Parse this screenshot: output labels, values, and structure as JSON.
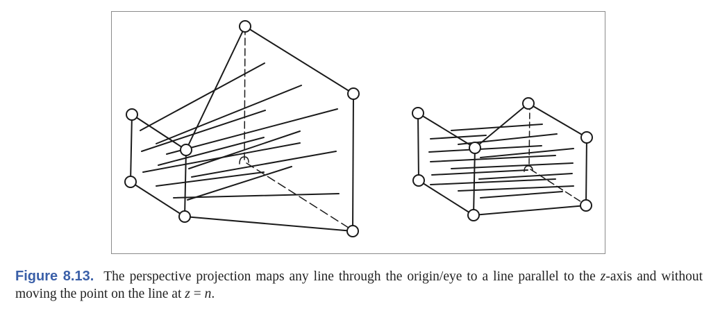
{
  "figure": {
    "label": "Figure 8.13.",
    "caption_part1": "The perspective projection maps any line through the origin/eye to a line parallel to the ",
    "caption_var_z": "z",
    "caption_part2": "-axis and without moving the point on the line at ",
    "caption_eq_z": "z",
    "caption_eq_sign": " = ",
    "caption_eq_n": "n",
    "caption_end": "."
  },
  "colors": {
    "caption_label": "#3a5fa8",
    "lines": "#1a1a1a",
    "frame": "#8a8a8a"
  }
}
